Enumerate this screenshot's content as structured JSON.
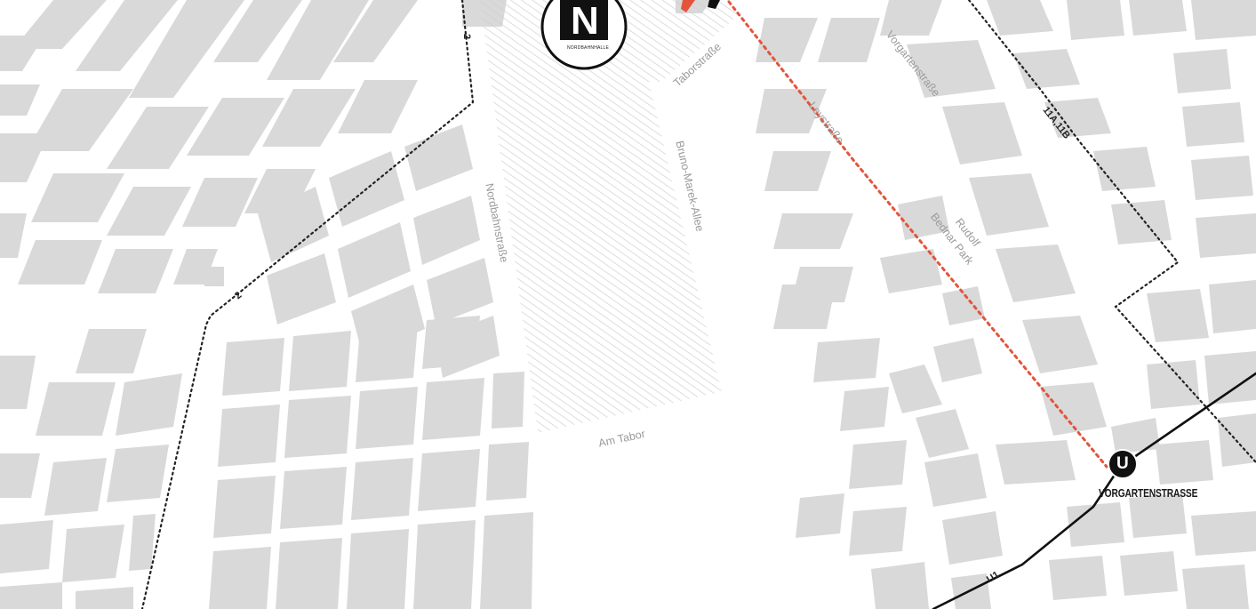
{
  "colors": {
    "background": "#ffffff",
    "building": "#d9d9d9",
    "route_dotted": "#222222",
    "walking_path": "#e2553c",
    "metro_line": "#111111",
    "street_label": "#9a9a9a"
  },
  "streets": {
    "taborstrasse": "Taborstraße",
    "leystrasse": "Leystraße",
    "vorgartenstrasse": "Vorgartenstraße",
    "bruno_marek_allee": "Bruno-Marek-Allee",
    "nordbahnstrasse": "Nordbahnstraße",
    "am_tabor": "Am Tabor",
    "park_line1": "Rudolf",
    "park_line2": "Bednar Park"
  },
  "routes": {
    "tram_2_a": "2",
    "tram_2_b": "2",
    "bus_11": "11A,11B",
    "metro_u1": "U1"
  },
  "venue": {
    "logo_letter": "N",
    "logo_name": "NORDBAHNHALLE",
    "logo_icon": "venue-logo-icon"
  },
  "station": {
    "symbol_letter": "U",
    "name": "VORGARTENSTRASSE",
    "icon": "metro-u-icon"
  }
}
